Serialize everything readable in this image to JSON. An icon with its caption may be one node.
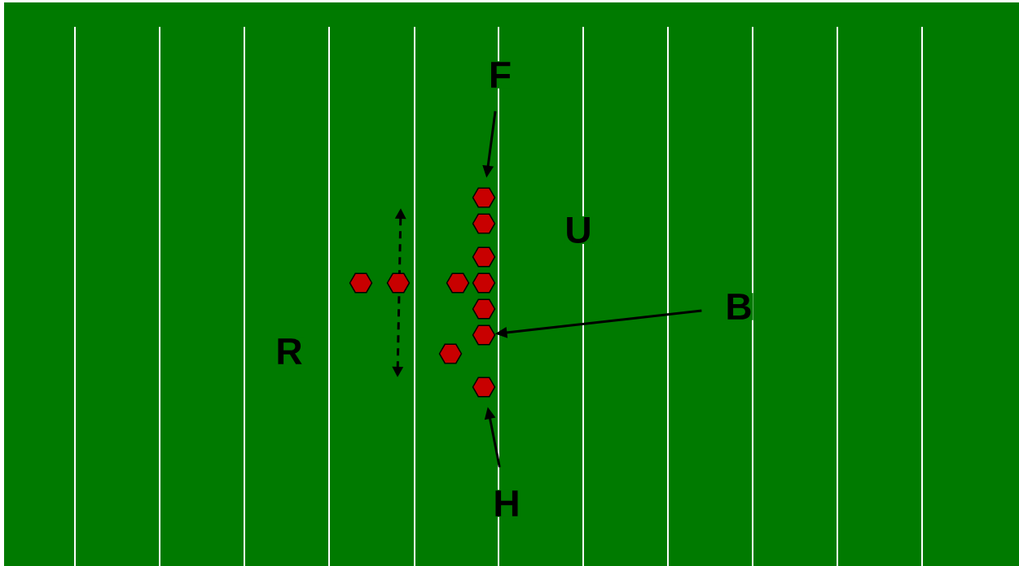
{
  "diagram": {
    "nodes": [
      {
        "text": [
          "F"
        ]
      },
      {
        "text": [
          "U"
        ]
      },
      {
        "text": [
          "B"
        ]
      },
      {
        "text": [
          "R"
        ]
      },
      {
        "text": [
          "H"
        ]
      },
      {
        "text": [],
        "shape": "hexagon"
      },
      {
        "text": [],
        "shape": "hexagon"
      },
      {
        "text": [],
        "shape": "hexagon"
      },
      {
        "text": [],
        "shape": "hexagon"
      },
      {
        "text": [],
        "shape": "hexagon"
      },
      {
        "text": [],
        "shape": "hexagon"
      },
      {
        "text": [],
        "shape": "hexagon"
      },
      {
        "text": [],
        "shape": "hexagon"
      },
      {
        "text": [],
        "shape": "hexagon"
      },
      {
        "text": [],
        "shape": "hexagon"
      },
      {
        "text": [],
        "shape": "hexagon"
      }
    ],
    "edges": [
      {
        "from": 0,
        "to": 9,
        "arrow": "to"
      },
      {
        "from": 2,
        "to": 14,
        "arrow": "to"
      },
      {
        "from": 4,
        "to": 15,
        "arrow": "to"
      }
    ]
  }
}
